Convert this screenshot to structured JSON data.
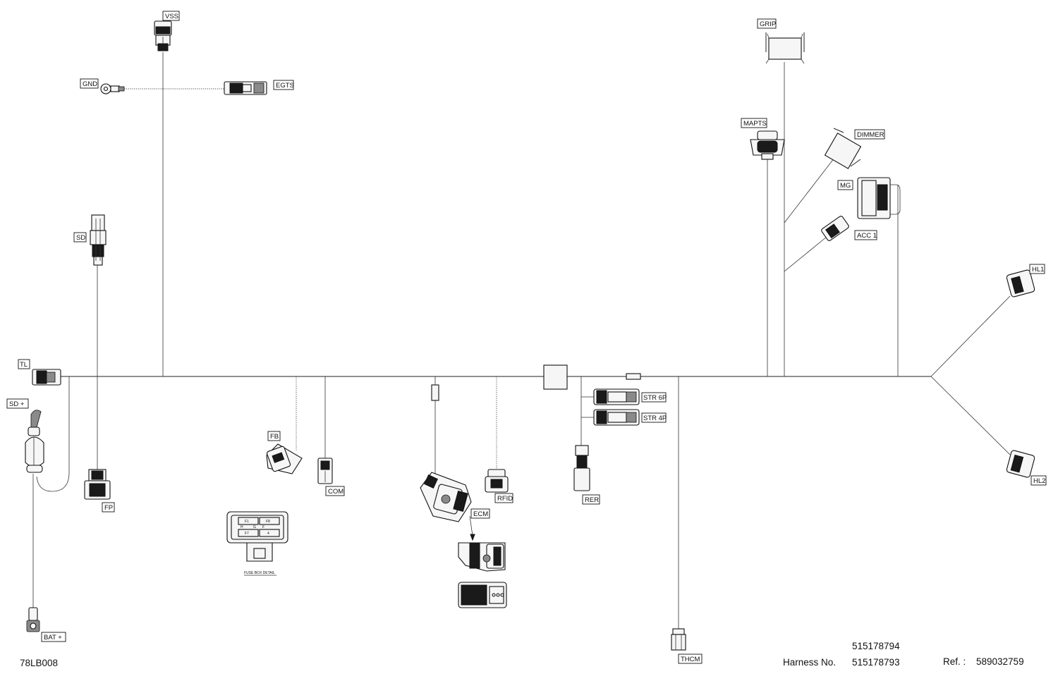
{
  "diagram_id": "78LB008",
  "part_numbers": [
    "515178794",
    "515178793"
  ],
  "harness_label": "Harness No.",
  "ref_label": "Ref. :",
  "ref_number": "589032759",
  "fuse_box_detail_label": "FUSE BOX DETAIL",
  "fuse_labels": [
    "F1",
    "F8",
    "F7",
    "4"
  ],
  "fuse_sub_labels": [
    "H",
    "G",
    "F"
  ],
  "connectors": {
    "vss": "VSS",
    "gnd": "GND",
    "egts": "EGTS",
    "sd": "SD",
    "tl": "TL",
    "sd_plus": "SD +",
    "fp": "FP",
    "bat_plus": "BAT +",
    "fb": "FB",
    "com": "COM",
    "ecm": "ECM",
    "rfid": "RFID",
    "str6p": "STR 6P",
    "str4p": "STR 4P",
    "rer": "RER",
    "thcm": "THCM",
    "grip": "GRIP",
    "mapts": "MAPTS",
    "dimmer": "DIMMER",
    "mg": "MG",
    "acc1": "ACC 1",
    "hl1": "HL1",
    "hl2": "HL2"
  }
}
